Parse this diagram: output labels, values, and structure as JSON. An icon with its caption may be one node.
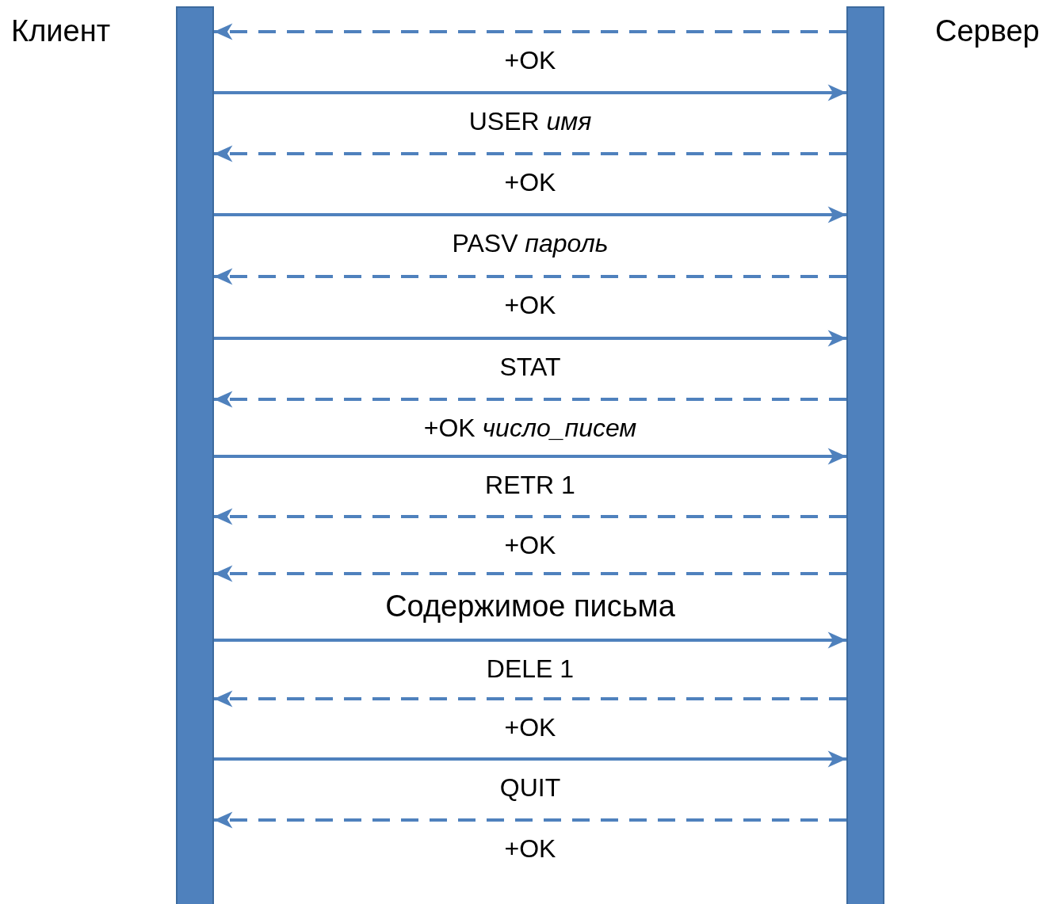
{
  "diagram": {
    "nodes": [
      {
        "text": [],
        "shape": "bar",
        "beside": [
          "Клиент"
        ]
      },
      {
        "text": [],
        "shape": "bar",
        "beside": [
          "Сервер"
        ]
      }
    ],
    "edges": [
      {
        "from": 1,
        "to": 0,
        "arrow": "to",
        "style": "dashed",
        "label": "+OK"
      },
      {
        "from": 0,
        "to": 1,
        "arrow": "to",
        "label": "USER *имя*"
      },
      {
        "from": 1,
        "to": 0,
        "arrow": "to",
        "style": "dashed",
        "label": "+OK"
      },
      {
        "from": 0,
        "to": 1,
        "arrow": "to",
        "label": "PASV *пароль*"
      },
      {
        "from": 1,
        "to": 0,
        "arrow": "to",
        "style": "dashed",
        "label": "+OK"
      },
      {
        "from": 0,
        "to": 1,
        "arrow": "to",
        "label": "STAT"
      },
      {
        "from": 1,
        "to": 0,
        "arrow": "to",
        "style": "dashed",
        "label": "+OK *число_писем*"
      },
      {
        "from": 0,
        "to": 1,
        "arrow": "to",
        "label": "RETR 1"
      },
      {
        "from": 1,
        "to": 0,
        "arrow": "to",
        "style": "dashed",
        "label": "+OK"
      },
      {
        "from": 1,
        "to": 0,
        "arrow": "to",
        "style": "dashed",
        "label": "Содержимое письма"
      },
      {
        "from": 0,
        "to": 1,
        "arrow": "to",
        "label": "DELE 1"
      },
      {
        "from": 1,
        "to": 0,
        "arrow": "to",
        "style": "dashed",
        "label": "+OK"
      },
      {
        "from": 0,
        "to": 1,
        "arrow": "to",
        "label": "QUIT"
      },
      {
        "from": 1,
        "to": 0,
        "arrow": "to",
        "style": "dashed",
        "label": "+OK"
      }
    ]
  }
}
